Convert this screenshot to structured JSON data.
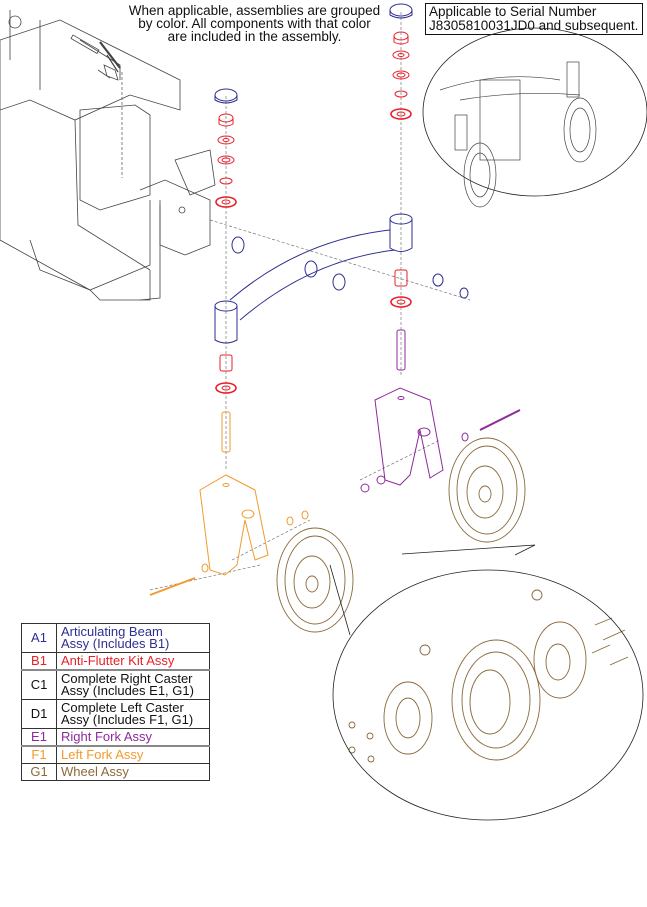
{
  "note": {
    "lines": [
      "When applicable, assemblies are grouped",
      "by color. All components with that color",
      "are included in the assembly."
    ]
  },
  "serial_box": {
    "line1": "Applicable to Serial Number",
    "line2": "J8305810031JD0 and subsequent."
  },
  "colors": {
    "A1": "#2e2f8f",
    "B1": "#e8202a",
    "C1": "#111111",
    "D1": "#111111",
    "E1": "#8e2a9c",
    "F1": "#f29a2e",
    "G1": "#8a6a3c",
    "frame": "#444444"
  },
  "legend": [
    {
      "code": "A1",
      "label_lines": [
        "Articulating Beam",
        "Assy (Includes B1)"
      ],
      "color_key": "A1"
    },
    {
      "code": "B1",
      "label_lines": [
        "Anti-Flutter Kit Assy"
      ],
      "color_key": "B1"
    },
    {
      "code": "C1",
      "label_lines": [
        "Complete Right Caster",
        "Assy (Includes E1, G1)"
      ],
      "color_key": "C1"
    },
    {
      "code": "D1",
      "label_lines": [
        "Complete Left Caster",
        "Assy (Includes F1, G1)"
      ],
      "color_key": "D1"
    },
    {
      "code": "E1",
      "label_lines": [
        "Right Fork Assy"
      ],
      "color_key": "E1"
    },
    {
      "code": "F1",
      "label_lines": [
        "Left Fork Assy"
      ],
      "color_key": "F1"
    },
    {
      "code": "G1",
      "label_lines": [
        "Wheel Assy"
      ],
      "color_key": "G1"
    }
  ]
}
